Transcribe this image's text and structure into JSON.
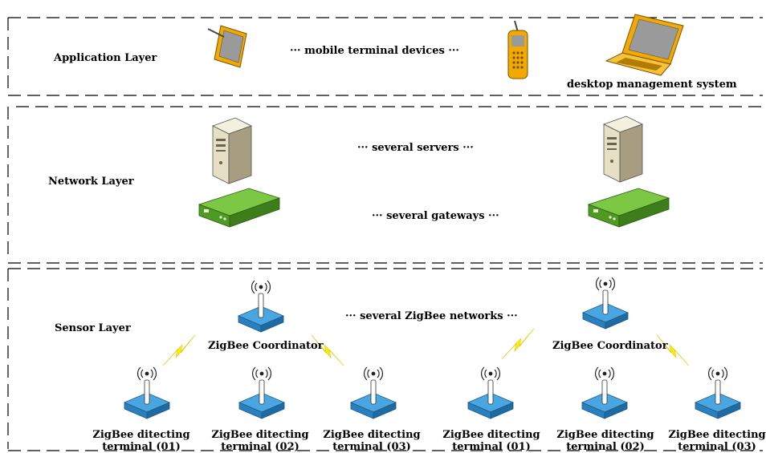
{
  "layers": {
    "application": {
      "name": "Application Layer",
      "mobile_label": "··· mobile terminal devices ···",
      "desktop_label": "desktop management system"
    },
    "network": {
      "name": "Network Layer",
      "servers_label": "··· several servers ···",
      "gateways_label": "··· several gateways ···"
    },
    "sensor": {
      "name": "Sensor Layer",
      "networks_label": "··· several ZigBee networks ···",
      "coordinators": [
        {
          "label": "ZigBee Coordinator"
        },
        {
          "label": "ZigBee Coordinator"
        }
      ],
      "terminals": [
        {
          "line1": "ZigBee ditecting",
          "line2": "terminal (01)"
        },
        {
          "line1": "ZigBee ditecting",
          "line2": "terminal (02)"
        },
        {
          "line1": "ZigBee ditecting",
          "line2": "terminal (03)"
        },
        {
          "line1": "ZigBee ditecting",
          "line2": "terminal (01)"
        },
        {
          "line1": "ZigBee ditecting",
          "line2": "terminal (02)"
        },
        {
          "line1": "ZigBee ditecting",
          "line2": "terminal (03)"
        }
      ]
    }
  },
  "colors": {
    "zigbee_blue": "#2f8fd0",
    "gateway_green": "#5aab2a",
    "lightning_yellow": "#ffee00",
    "phone_orange": "#f2a900",
    "server_beige": "#e8e2cc"
  },
  "icons": [
    "tablet-icon",
    "mobile-phone-icon",
    "laptop-icon",
    "server-icon",
    "gateway-icon",
    "zigbee-node-icon",
    "lightning-icon"
  ]
}
